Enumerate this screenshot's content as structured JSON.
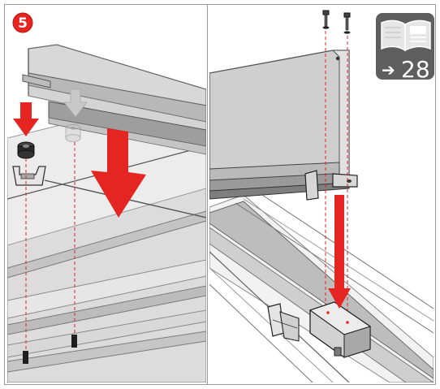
{
  "step": {
    "number": "5"
  },
  "reference_badge": {
    "arrow_glyph": "➔",
    "page": "28",
    "icon": "manual-book-icon"
  },
  "colors": {
    "accent_red": "#e52521",
    "badge_gray": "#5e5e5e",
    "frame_gray": "#9a9a9a",
    "panel_gray": "#d4d4d4",
    "rail_gray": "#bdbdbd",
    "arrow_gray": "#c8c8c8"
  },
  "panels": [
    {
      "name": "left-install-view",
      "arrows": [
        "red-down-small",
        "gray-down",
        "red-down-large"
      ]
    },
    {
      "name": "right-install-view",
      "arrows": [
        "red-down-long"
      ]
    }
  ]
}
